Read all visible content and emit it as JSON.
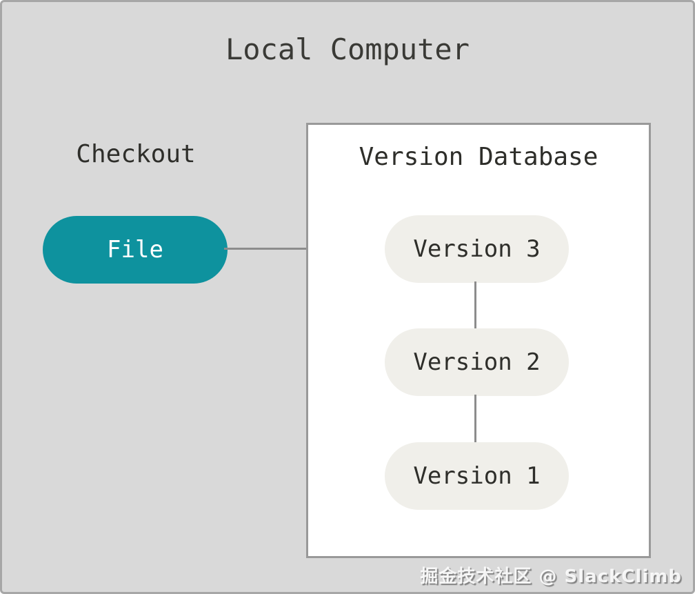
{
  "title": "Local Computer",
  "checkout": {
    "label": "Checkout",
    "file_label": "File"
  },
  "version_database": {
    "title": "Version Database",
    "versions": [
      "Version 3",
      "Version 2",
      "Version 1"
    ]
  },
  "watermark": "掘金技术社区 @ SlackClimb",
  "colors": {
    "background": "#d9d9d9",
    "outer_border": "#a7a7a7",
    "file_pill": "#0e929e",
    "file_pill_text": "#ffffff",
    "version_pill": "#f0efea",
    "box_background": "#ffffff",
    "box_border": "#999999",
    "connector_line": "#8c8c8c",
    "text": "#2e2e2a"
  }
}
